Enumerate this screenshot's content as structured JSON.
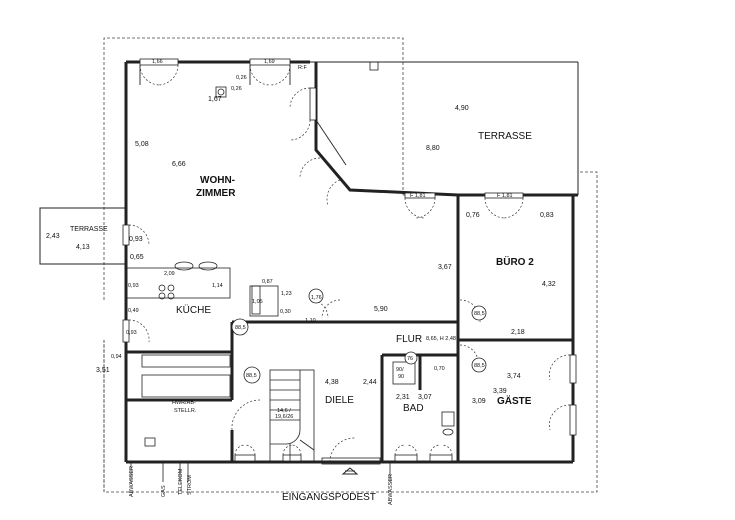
{
  "rooms": {
    "wohnzimmer_l1": "WOHN-",
    "wohnzimmer_l2": "ZIMMER",
    "terrasse_main": "TERRASSE",
    "terrasse_left": "TERRASSE",
    "buero": "BÜRO 2",
    "kueche": "KÜCHE",
    "flur": "FLUR",
    "diele": "DIELE",
    "bad": "BAD",
    "gaeste": "GÄSTE",
    "hwr_l1": "HWR/AB-",
    "hwr_l2": "STELLR.",
    "eingangspodest": "EINGANGSPODEST"
  },
  "dimensions": {
    "w_166": "1,66",
    "w_169": "1,69",
    "rf": "R:F",
    "d_026a": "0,26",
    "d_026b": "0,26",
    "d_167": "1,67",
    "d_508": "5,08",
    "d_666": "6,66",
    "d_490": "4,90",
    "d_880": "8,80",
    "f181a": "F 1,81",
    "f181b": "F 1,81",
    "d_076": "0,76",
    "d_083": "0,83",
    "d_093a": "0,93",
    "d_243": "2,43",
    "d_413": "4,13",
    "d_065": "0,65",
    "d_209": "2,09",
    "d_093b": "0,93",
    "d_114": "1,14",
    "d_087": "0,87",
    "d_123": "1,23",
    "d_076b": "1,76",
    "d_105": "1,05",
    "d_367": "3,67",
    "d_432": "4,32",
    "d_049": "0,49",
    "d_590": "5,90",
    "d_030": "0,30",
    "d_110": "1,10",
    "d_885a": "88,5",
    "d_885b": "88,5",
    "d_218": "2,18",
    "d_093c": "0,93",
    "d_flur": "8,65, H 2,48",
    "d_76": "76",
    "d_9090a": "90/",
    "d_9090b": "90",
    "d_070": "0,70",
    "d_885c": "88,5",
    "d_885d": "88,5",
    "d_094": "0,94",
    "d_351": "3,51",
    "d_438": "4,38",
    "d_244": "2,44",
    "d_374": "3,74",
    "d_339": "3,39",
    "d_309": "3,09",
    "d_231": "2,31",
    "d_307": "3,07",
    "d_stair_a": "14,6 /",
    "d_stair_b": "19,6/26"
  },
  "utilities": {
    "abwasser_left": "ABWASSER",
    "gas": "GAS",
    "telekom": "TELEKOM",
    "strom": "STROM",
    "abwasser_right": "ABWASSER"
  }
}
